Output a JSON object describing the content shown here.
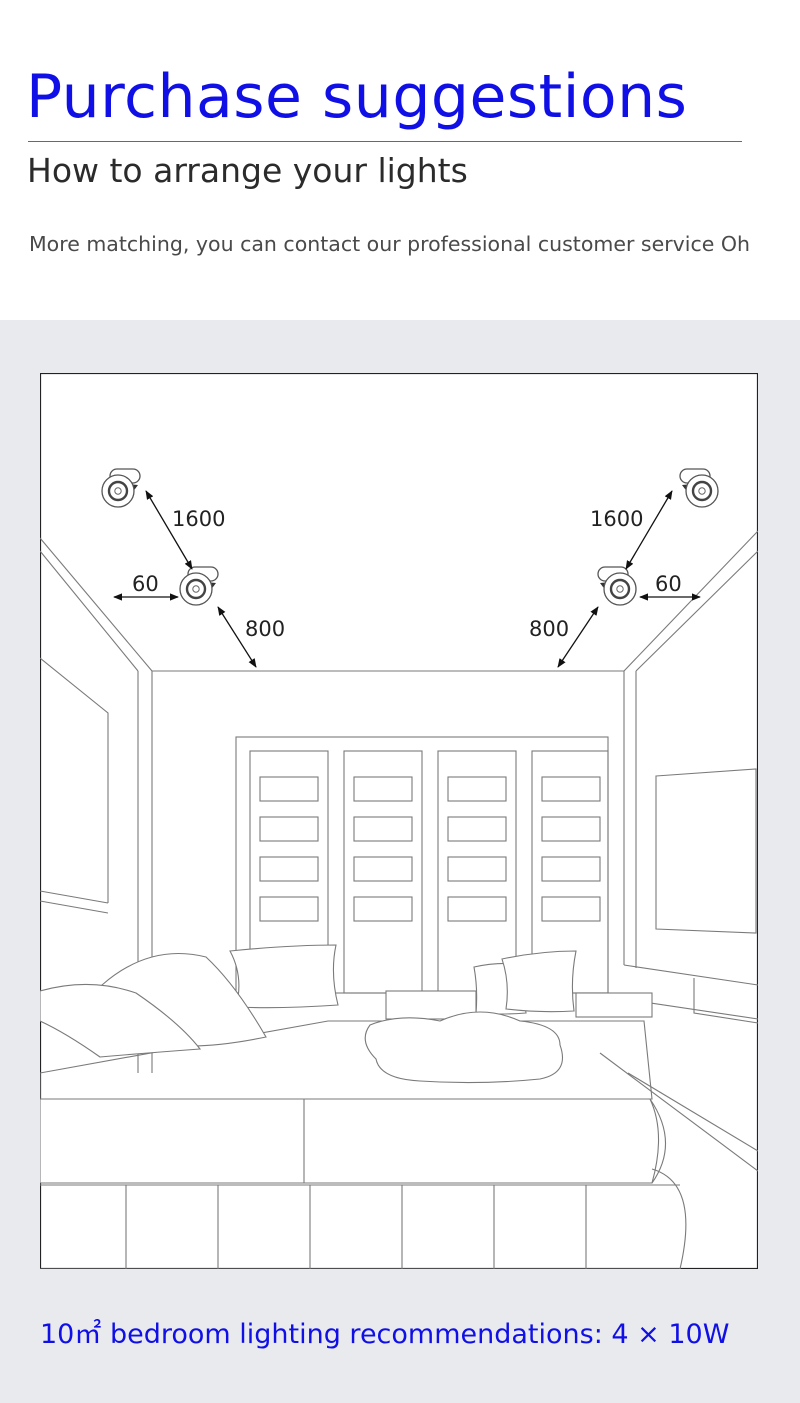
{
  "header": {
    "title": "Purchase suggestions",
    "subtitle": "How to arrange your lights",
    "note": "More matching, you can contact our professional customer service Oh"
  },
  "diagram": {
    "left": {
      "spacing": "1600",
      "wall_offset": "60",
      "ceiling_offset": "800"
    },
    "right": {
      "spacing": "1600",
      "wall_offset": "60",
      "ceiling_offset": "800"
    }
  },
  "caption": "10㎡ bedroom lighting recommendations: 4 × 10W",
  "colors": {
    "title": "#1010e6",
    "rule": "#e4333a",
    "panel": "#e8eaee",
    "caption": "#1010e6"
  }
}
